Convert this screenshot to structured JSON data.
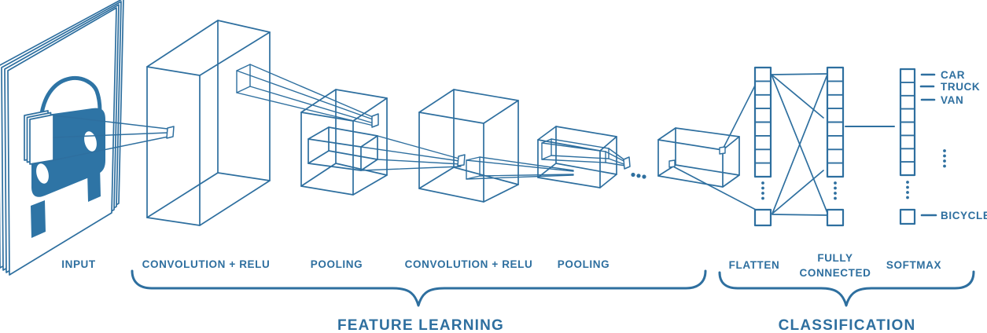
{
  "diagram": {
    "type": "cnn-architecture",
    "colors": {
      "primary": "#2E6F9F",
      "car_fill": "#2E74A5",
      "background": "#FFFFFF"
    },
    "stages": [
      {
        "label": "INPUT"
      },
      {
        "label": "CONVOLUTION + RELU"
      },
      {
        "label": "POOLING"
      },
      {
        "label": "CONVOLUTION + RELU"
      },
      {
        "label": "POOLING"
      },
      {
        "label": "FLATTEN"
      },
      {
        "label": "FULLY",
        "label2": "CONNECTED"
      },
      {
        "label": "SOFTMAX"
      }
    ],
    "groups": [
      {
        "label": "FEATURE LEARNING"
      },
      {
        "label": "CLASSIFICATION"
      }
    ],
    "output_classes": [
      {
        "label": "CAR"
      },
      {
        "label": "TRUCK"
      },
      {
        "label": "VAN"
      },
      {
        "label": "BICYCLE"
      }
    ]
  }
}
